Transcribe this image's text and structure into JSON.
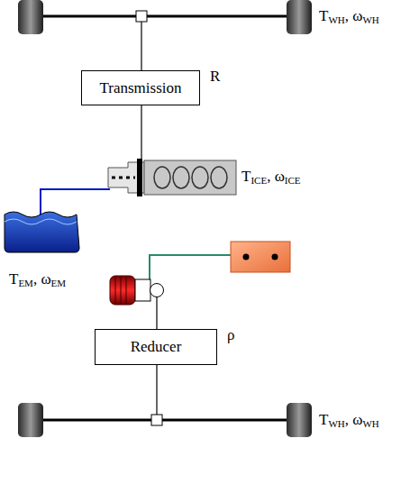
{
  "diagram": {
    "nodes": [
      {
        "text": [
          "Transmission",
          "R"
        ]
      },
      {
        "text": [
          "Reducer",
          "ρ"
        ]
      }
    ],
    "labels": [
      "TWH, ωWH",
      "TICE, ωICE",
      "TEM, ωEM",
      "TWH, ωWH"
    ]
  }
}
